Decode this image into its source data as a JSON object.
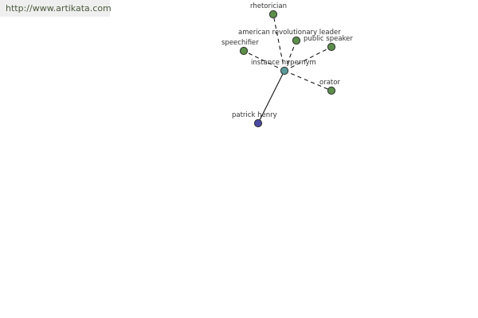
{
  "site": {
    "url": "http://www.artikata.com"
  },
  "graph": {
    "center": "instance hypernym",
    "nodes": {
      "rhetorician": "rhetorician",
      "american_revolutionary_leader": "american revolutionary leader",
      "public_speaker": "public speaker",
      "speechifier": "speechifier",
      "orator": "orator",
      "patrick_henry": "patrick henry"
    }
  },
  "colors": {
    "related_node": "#5b8f4a",
    "center_node": "#5a9a9a",
    "source_node": "#4a4aa0",
    "node_stroke": "#2f2f2f",
    "edge": "#000000"
  }
}
